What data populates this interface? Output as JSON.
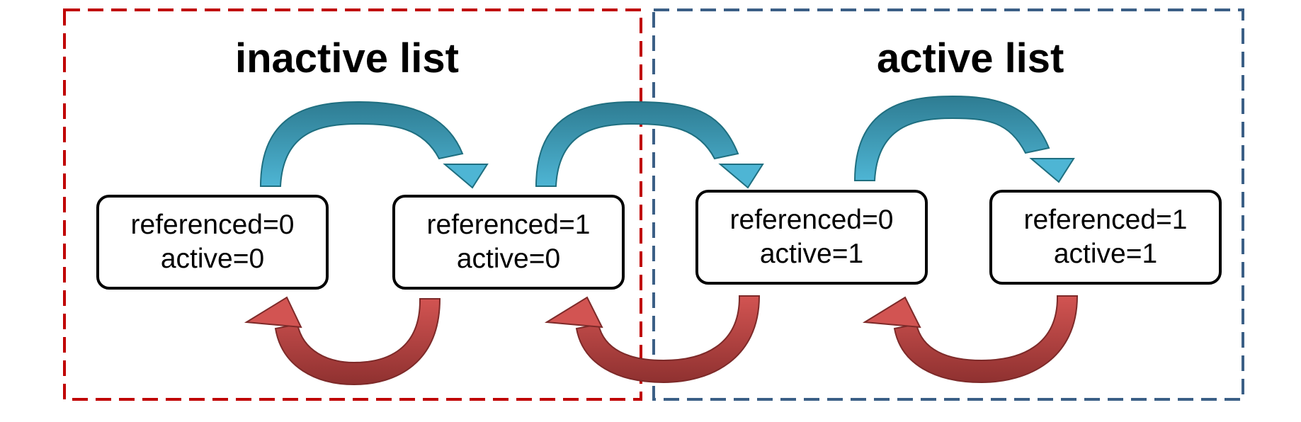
{
  "regions": {
    "inactive": {
      "title": "inactive list",
      "border_color": "#c00000"
    },
    "active": {
      "title": "active list",
      "border_color": "#3b5f86"
    }
  },
  "states": [
    {
      "line1": "referenced=0",
      "line2": "active=0"
    },
    {
      "line1": "referenced=1",
      "line2": "active=0"
    },
    {
      "line1": "referenced=0",
      "line2": "active=1"
    },
    {
      "line1": "referenced=1",
      "line2": "active=1"
    }
  ],
  "arrows": {
    "forward_color": "#3fa4c4",
    "backward_color": "#b94745",
    "forward": [
      {
        "from": 0,
        "to": 1
      },
      {
        "from": 1,
        "to": 2
      },
      {
        "from": 2,
        "to": 3
      }
    ],
    "backward": [
      {
        "from": 1,
        "to": 0
      },
      {
        "from": 2,
        "to": 1
      },
      {
        "from": 3,
        "to": 2
      }
    ]
  }
}
